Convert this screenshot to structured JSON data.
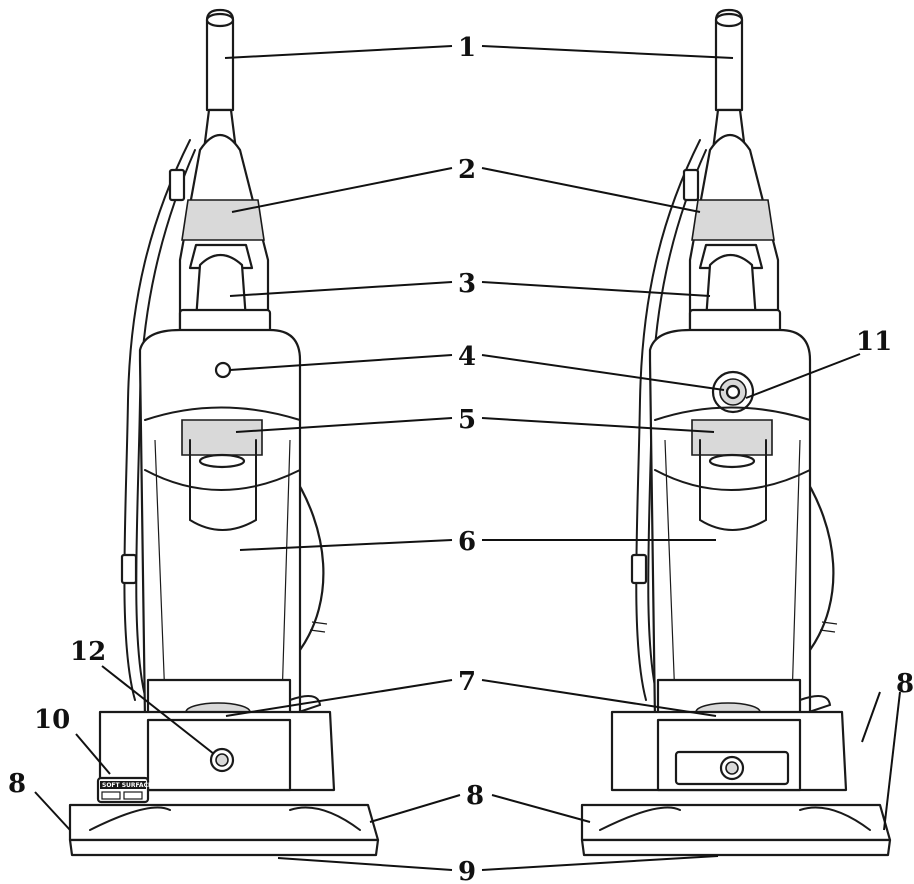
{
  "callouts": {
    "c1": "1",
    "c2": "2",
    "c3": "3",
    "c4": "4",
    "c5": "5",
    "c6": "6",
    "c7": "7",
    "c8_left": "8",
    "c8_mid": "8",
    "c8_right": "8",
    "c9": "9",
    "c10": "10",
    "c11": "11",
    "c12": "12"
  },
  "badge": {
    "text": "SOFT SURFACE"
  }
}
